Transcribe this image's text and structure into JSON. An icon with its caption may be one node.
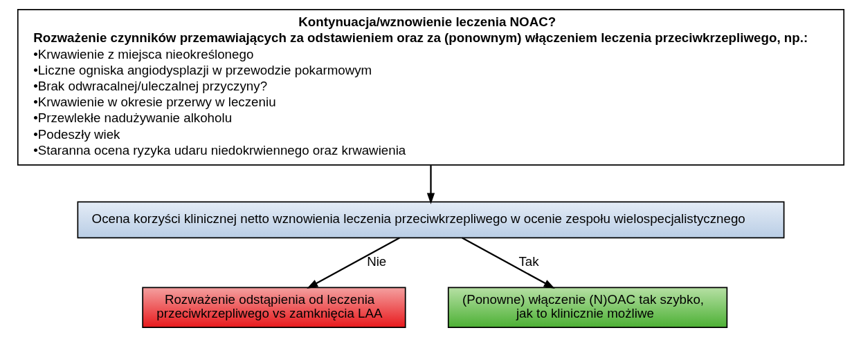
{
  "diagram": {
    "nodes": [
      {
        "text": [
          "Kontynuacja/wznowienie leczenia NOAC?",
          "Rozważenie czynników przemawiających za odstawieniem oraz za (ponownym) włączeniem leczenia przeciwkrzepliwego, np.:",
          "•Krwawienie z miejsca nieokreślonego",
          "•Liczne ogniska angiodysplazji w przewodzie pokarmowym",
          "•Brak odwracalnej/uleczalnej przyczyny?",
          "•Krwawienie w okresie przerwy w leczeniu",
          "•Przewlekłe nadużywanie alkoholu",
          "•Podeszły wiek",
          "•Staranna ocena ryzyka udaru niedokrwiennego oraz krwawienia"
        ]
      },
      {
        "text": [
          "Ocena korzyści klinicznej netto wznowienia leczenia przeciwkrzepliwego w ocenie zespołu wielospecjalistycznego"
        ]
      },
      {
        "text": [
          "Rozważenie odstąpienia od leczenia przeciwkrzepliwego vs zamknięcia LAA"
        ]
      },
      {
        "text": [
          "(Ponowne) włączenie (N)OAC tak szybko, jak to klinicznie możliwe"
        ]
      }
    ],
    "edges": [
      {
        "from": 0,
        "to": 1,
        "arrow": "to"
      },
      {
        "from": 1,
        "to": 2,
        "label": "Nie",
        "arrow": "to"
      },
      {
        "from": 1,
        "to": 3,
        "label": "Tak",
        "arrow": "to"
      }
    ]
  }
}
